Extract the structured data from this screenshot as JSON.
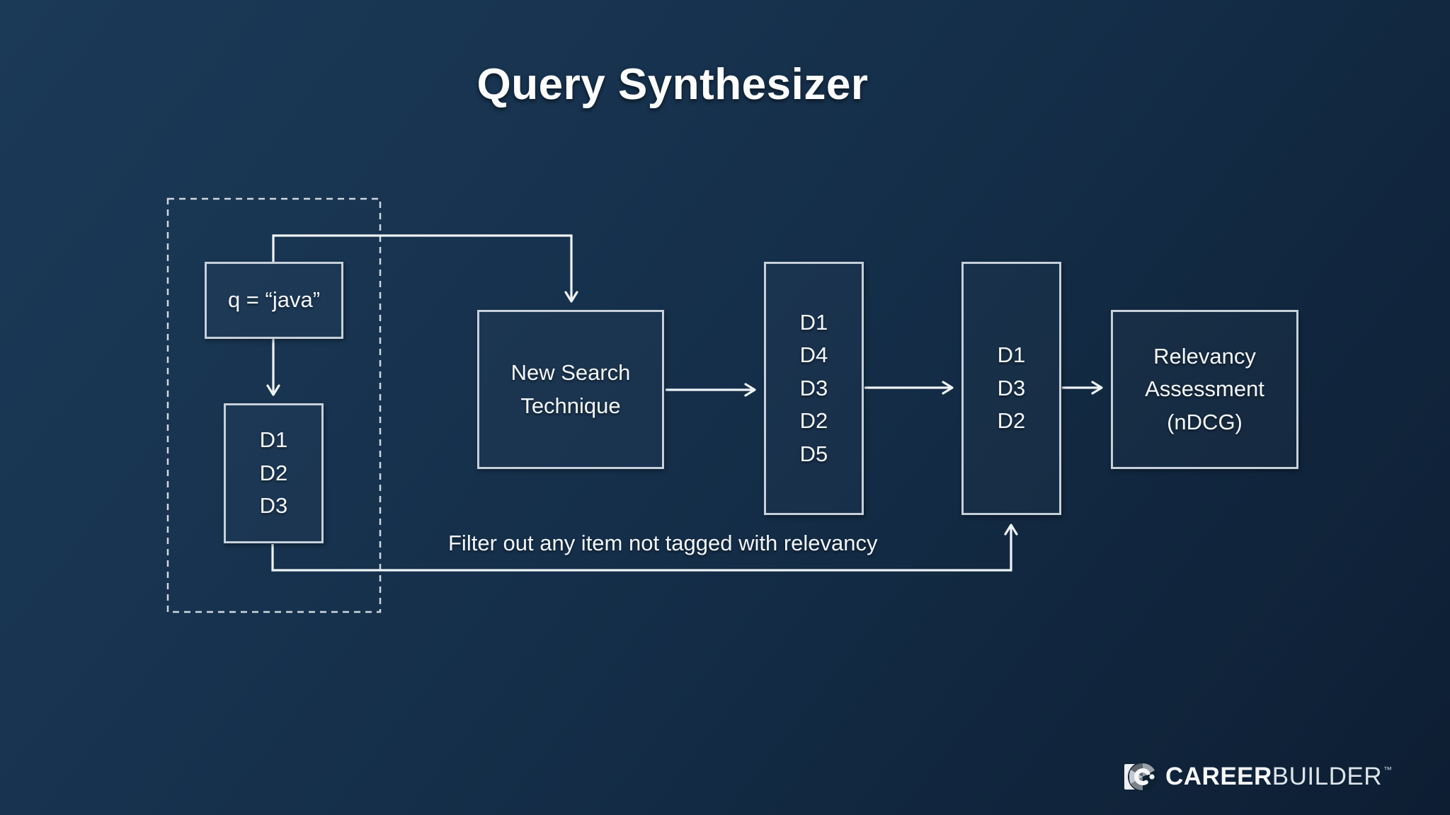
{
  "theme": {
    "bg_top": "#1b3a58",
    "bg_bottom": "#0d1e33",
    "box_border": "#c6d0da",
    "arrow_color": "#eef3f7"
  },
  "slide": {
    "title": "Query Synthesizer"
  },
  "diagram": {
    "query_box": {
      "label": "q = “java”"
    },
    "initial_results_box": {
      "label": "D1\nD2\nD3"
    },
    "technique_box": {
      "label": "New Search\nTechnique"
    },
    "raw_results_box": {
      "label": "D1\nD4\nD3\nD2\nD5"
    },
    "filtered_results_box": {
      "label": "D1\nD3\nD2"
    },
    "assessment_box": {
      "label": "Relevancy\nAssessment\n(nDCG)"
    },
    "filter_note": "Filter out any item not tagged with relevancy"
  },
  "footer": {
    "brand_bold": "CAREER",
    "brand_light": "BUILDER",
    "trademark": "™"
  }
}
